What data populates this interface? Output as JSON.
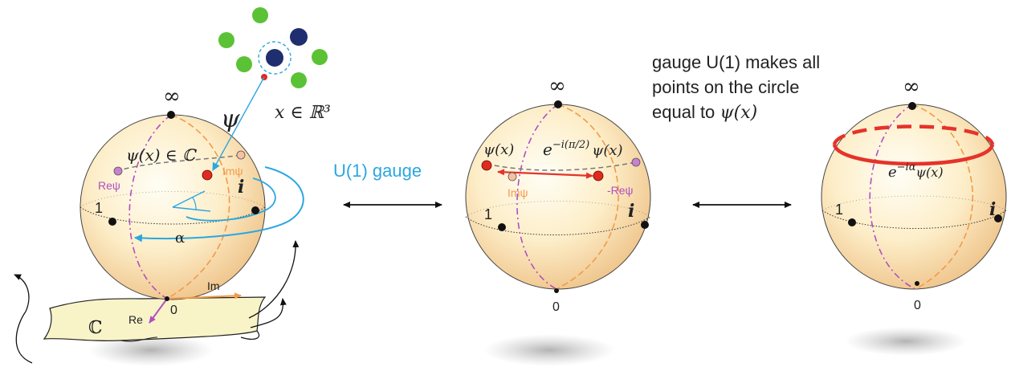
{
  "caption": {
    "line1": "gauge U(1) makes all",
    "line2": "points on the circle",
    "line3_prefix": "equal to ",
    "line3_math": "ψ(x)"
  },
  "labels": {
    "psi": "ψ",
    "x_in_R3": "x ∈ ℝ³",
    "infinity": "∞",
    "zero": "0",
    "one": "1",
    "i": "i",
    "psi_x_in_C": "ψ(x) ∈ ℂ",
    "re_psi": "Reψ",
    "im_psi": "Imψ",
    "alpha": "α",
    "C": "ℂ",
    "re": "Re",
    "im": "Im",
    "u1_gauge": "U(1) gauge",
    "psi_x": "ψ(x)",
    "rotated_base": "e",
    "rotated_exp": "−i(π/2)",
    "rotated_psi": "ψ(x)",
    "im_psi_2": "Imψ",
    "neg_re_psi": "-Reψ",
    "circle_base": "e",
    "circle_exp": "−iα",
    "circle_psi": "ψ(x)"
  },
  "colors": {
    "gauge_blue": "#2aa7e0",
    "arrow_red": "#e5332a",
    "magenta": "#b04fc0",
    "orange": "#f39a4a",
    "sphere_light": "#fffbe6",
    "sphere_dark": "#f2c98f",
    "plane": "#f8f4c8"
  }
}
